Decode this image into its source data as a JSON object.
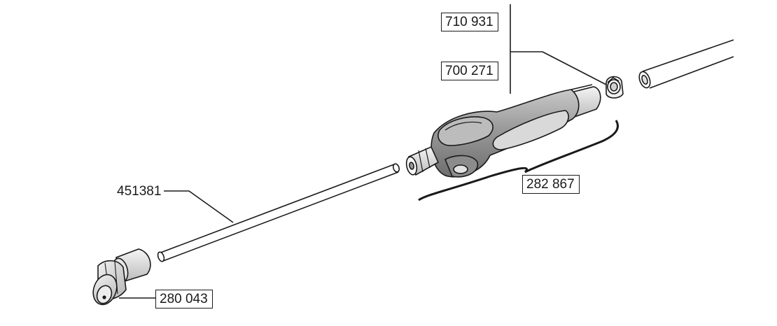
{
  "parts": {
    "clamp_part_a": "710 931",
    "clamp_part_b": "700 271",
    "handle": "282 867",
    "lance_tube": "451381",
    "nozzle": "280 043"
  },
  "colors": {
    "line": "#1a1a1a",
    "handle_dark": "#7a7a7a",
    "handle_mid": "#a8a8a8",
    "handle_light": "#d6d6d6",
    "part_fill": "#e9e9e9"
  }
}
